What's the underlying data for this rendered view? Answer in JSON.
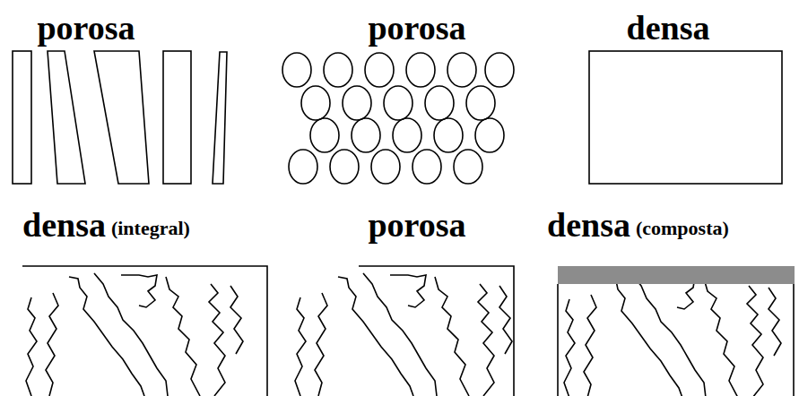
{
  "diagram": {
    "labels": [
      "porosa",
      "porosa",
      "densa",
      "densa",
      "(integral)",
      "porosa",
      "densa",
      "(composta)"
    ]
  }
}
